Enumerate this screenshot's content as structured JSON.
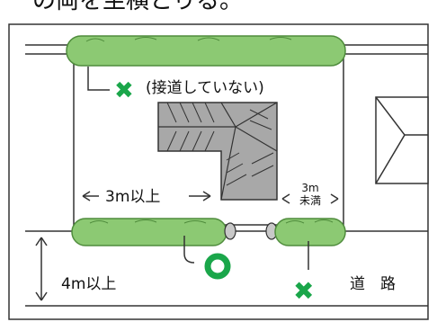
{
  "header": {
    "partial_text": "の両を坐横とりる。"
  },
  "labels": {
    "no_road_contact": "(接道していない)",
    "width_ok": "3m以上",
    "width_short_top": "3m",
    "width_short_bottom": "未満",
    "road_width": "4m以上",
    "road": "道　路"
  },
  "symbols": {
    "invalid_mark": "✖",
    "valid_mark": "○"
  },
  "colors": {
    "hedge": "#8cc973",
    "hedge_stroke": "#4f8c3c",
    "green_mark": "#1aa64a",
    "house": "#a8a8a8",
    "line": "#222222"
  }
}
